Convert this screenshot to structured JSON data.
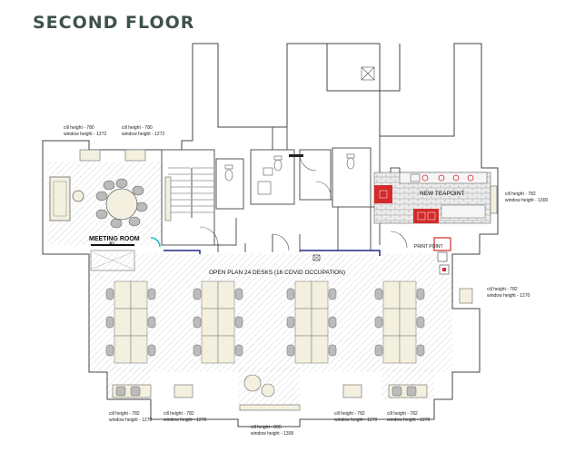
{
  "title": "SECOND FLOOR",
  "labels": {
    "meeting_room": "MEETING ROOM",
    "open_plan": "OPEN PLAN 24 DESKS (16 COVID OCCUPATION)",
    "teapoint": "NEW TEAPOINT",
    "print_point": "PRINT POINT"
  },
  "window_notes": [
    {
      "id": "tl1",
      "cill": "cill height - 780",
      "window": "window height - 1272"
    },
    {
      "id": "tl2",
      "cill": "cill height - 780",
      "window": "window height - 1272"
    },
    {
      "id": "r1",
      "cill": "cill height - 782",
      "window": "window height - 1300"
    },
    {
      "id": "r2",
      "cill": "cill height - 782",
      "window": "window height - 1270"
    },
    {
      "id": "b1",
      "cill": "cill height - 782",
      "window": "window height - 1270"
    },
    {
      "id": "b2",
      "cill": "cill height - 782",
      "window": "window height - 1270"
    },
    {
      "id": "b3",
      "cill": "cill height - 806",
      "window": "window height - 1305"
    },
    {
      "id": "b4",
      "cill": "cill height - 782",
      "window": "window height - 1270"
    },
    {
      "id": "b5",
      "cill": "cill height - 782",
      "window": "window height - 1270"
    }
  ],
  "colors": {
    "title": "#3e5249",
    "desk": "#f3f0df",
    "hatch": "#bdbdbd",
    "red": "#d42a2a",
    "blue_line": "#1f2a8a",
    "cyan": "#19b7d4"
  }
}
